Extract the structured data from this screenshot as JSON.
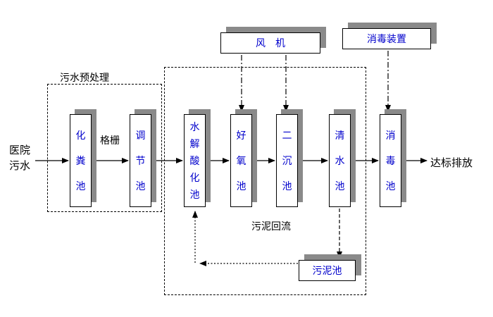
{
  "colors": {
    "tank_label_blue": "#0000cc",
    "shadow_gray": "#8a8a8a",
    "line_black": "#000000"
  },
  "labels": {
    "influent_lines": [
      "医院",
      "污水"
    ],
    "effluent": "达标排放",
    "pretreatment_group": "污水预处理",
    "screen": "格栅",
    "sludge_return": "污泥回流"
  },
  "equipment_boxes": {
    "fan": "风　机",
    "disinfection_device": "消毒装置"
  },
  "tanks": [
    {
      "name": "septic-tank",
      "label": "化粪池"
    },
    {
      "name": "regulating-tank",
      "label": "调节池"
    },
    {
      "name": "hydrolysis-acidification-tank",
      "label": "水解酸化池"
    },
    {
      "name": "aerobic-tank",
      "label": "好氧池"
    },
    {
      "name": "secondary-sedimentation-tank",
      "label": "二沉池"
    },
    {
      "name": "clear-water-tank",
      "label": "清水池"
    },
    {
      "name": "disinfection-tank",
      "label": "消毒池"
    }
  ],
  "sludge_tank": {
    "label": "污泥池"
  }
}
